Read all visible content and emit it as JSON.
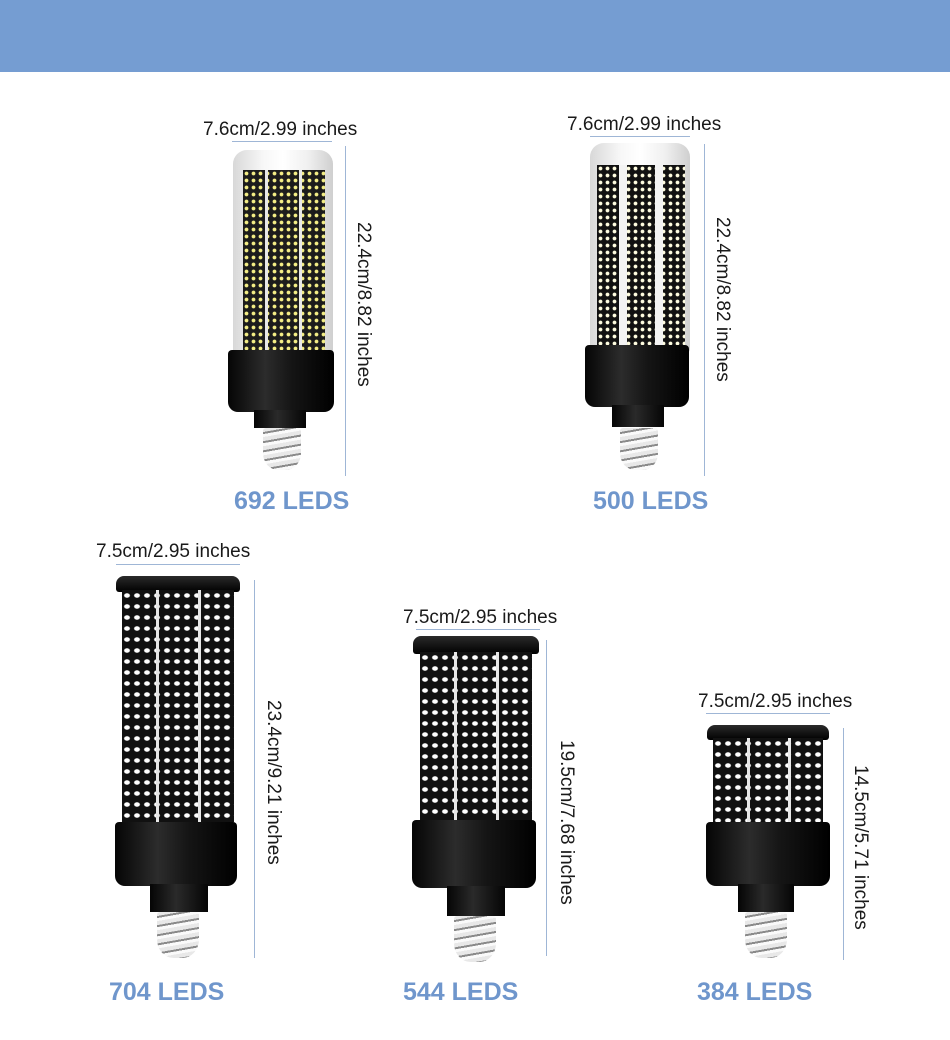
{
  "header": {
    "banner_color": "#759dd2"
  },
  "products": [
    {
      "id": "692",
      "width_label": "7.6cm/2.99 inches",
      "height_label": "22.4cm/8.82 inches",
      "leds_label": "692 LEDS"
    },
    {
      "id": "500",
      "width_label": "7.6cm/2.99 inches",
      "height_label": "22.4cm/8.82 inches",
      "leds_label": "500 LEDS"
    },
    {
      "id": "704",
      "width_label": "7.5cm/2.95 inches",
      "height_label": "23.4cm/9.21 inches",
      "leds_label": "704 LEDS"
    },
    {
      "id": "544",
      "width_label": "7.5cm/2.95 inches",
      "height_label": "19.5cm/7.68 inches",
      "leds_label": "544 LEDS"
    },
    {
      "id": "384",
      "width_label": "7.5cm/2.95 inches",
      "height_label": "14.5cm/5.71 inches",
      "leds_label": "384 LEDS"
    }
  ],
  "colors": {
    "label_blue": "#6f96cc",
    "dimension_line": "#9fb6d6",
    "text": "#1a1a1a"
  }
}
